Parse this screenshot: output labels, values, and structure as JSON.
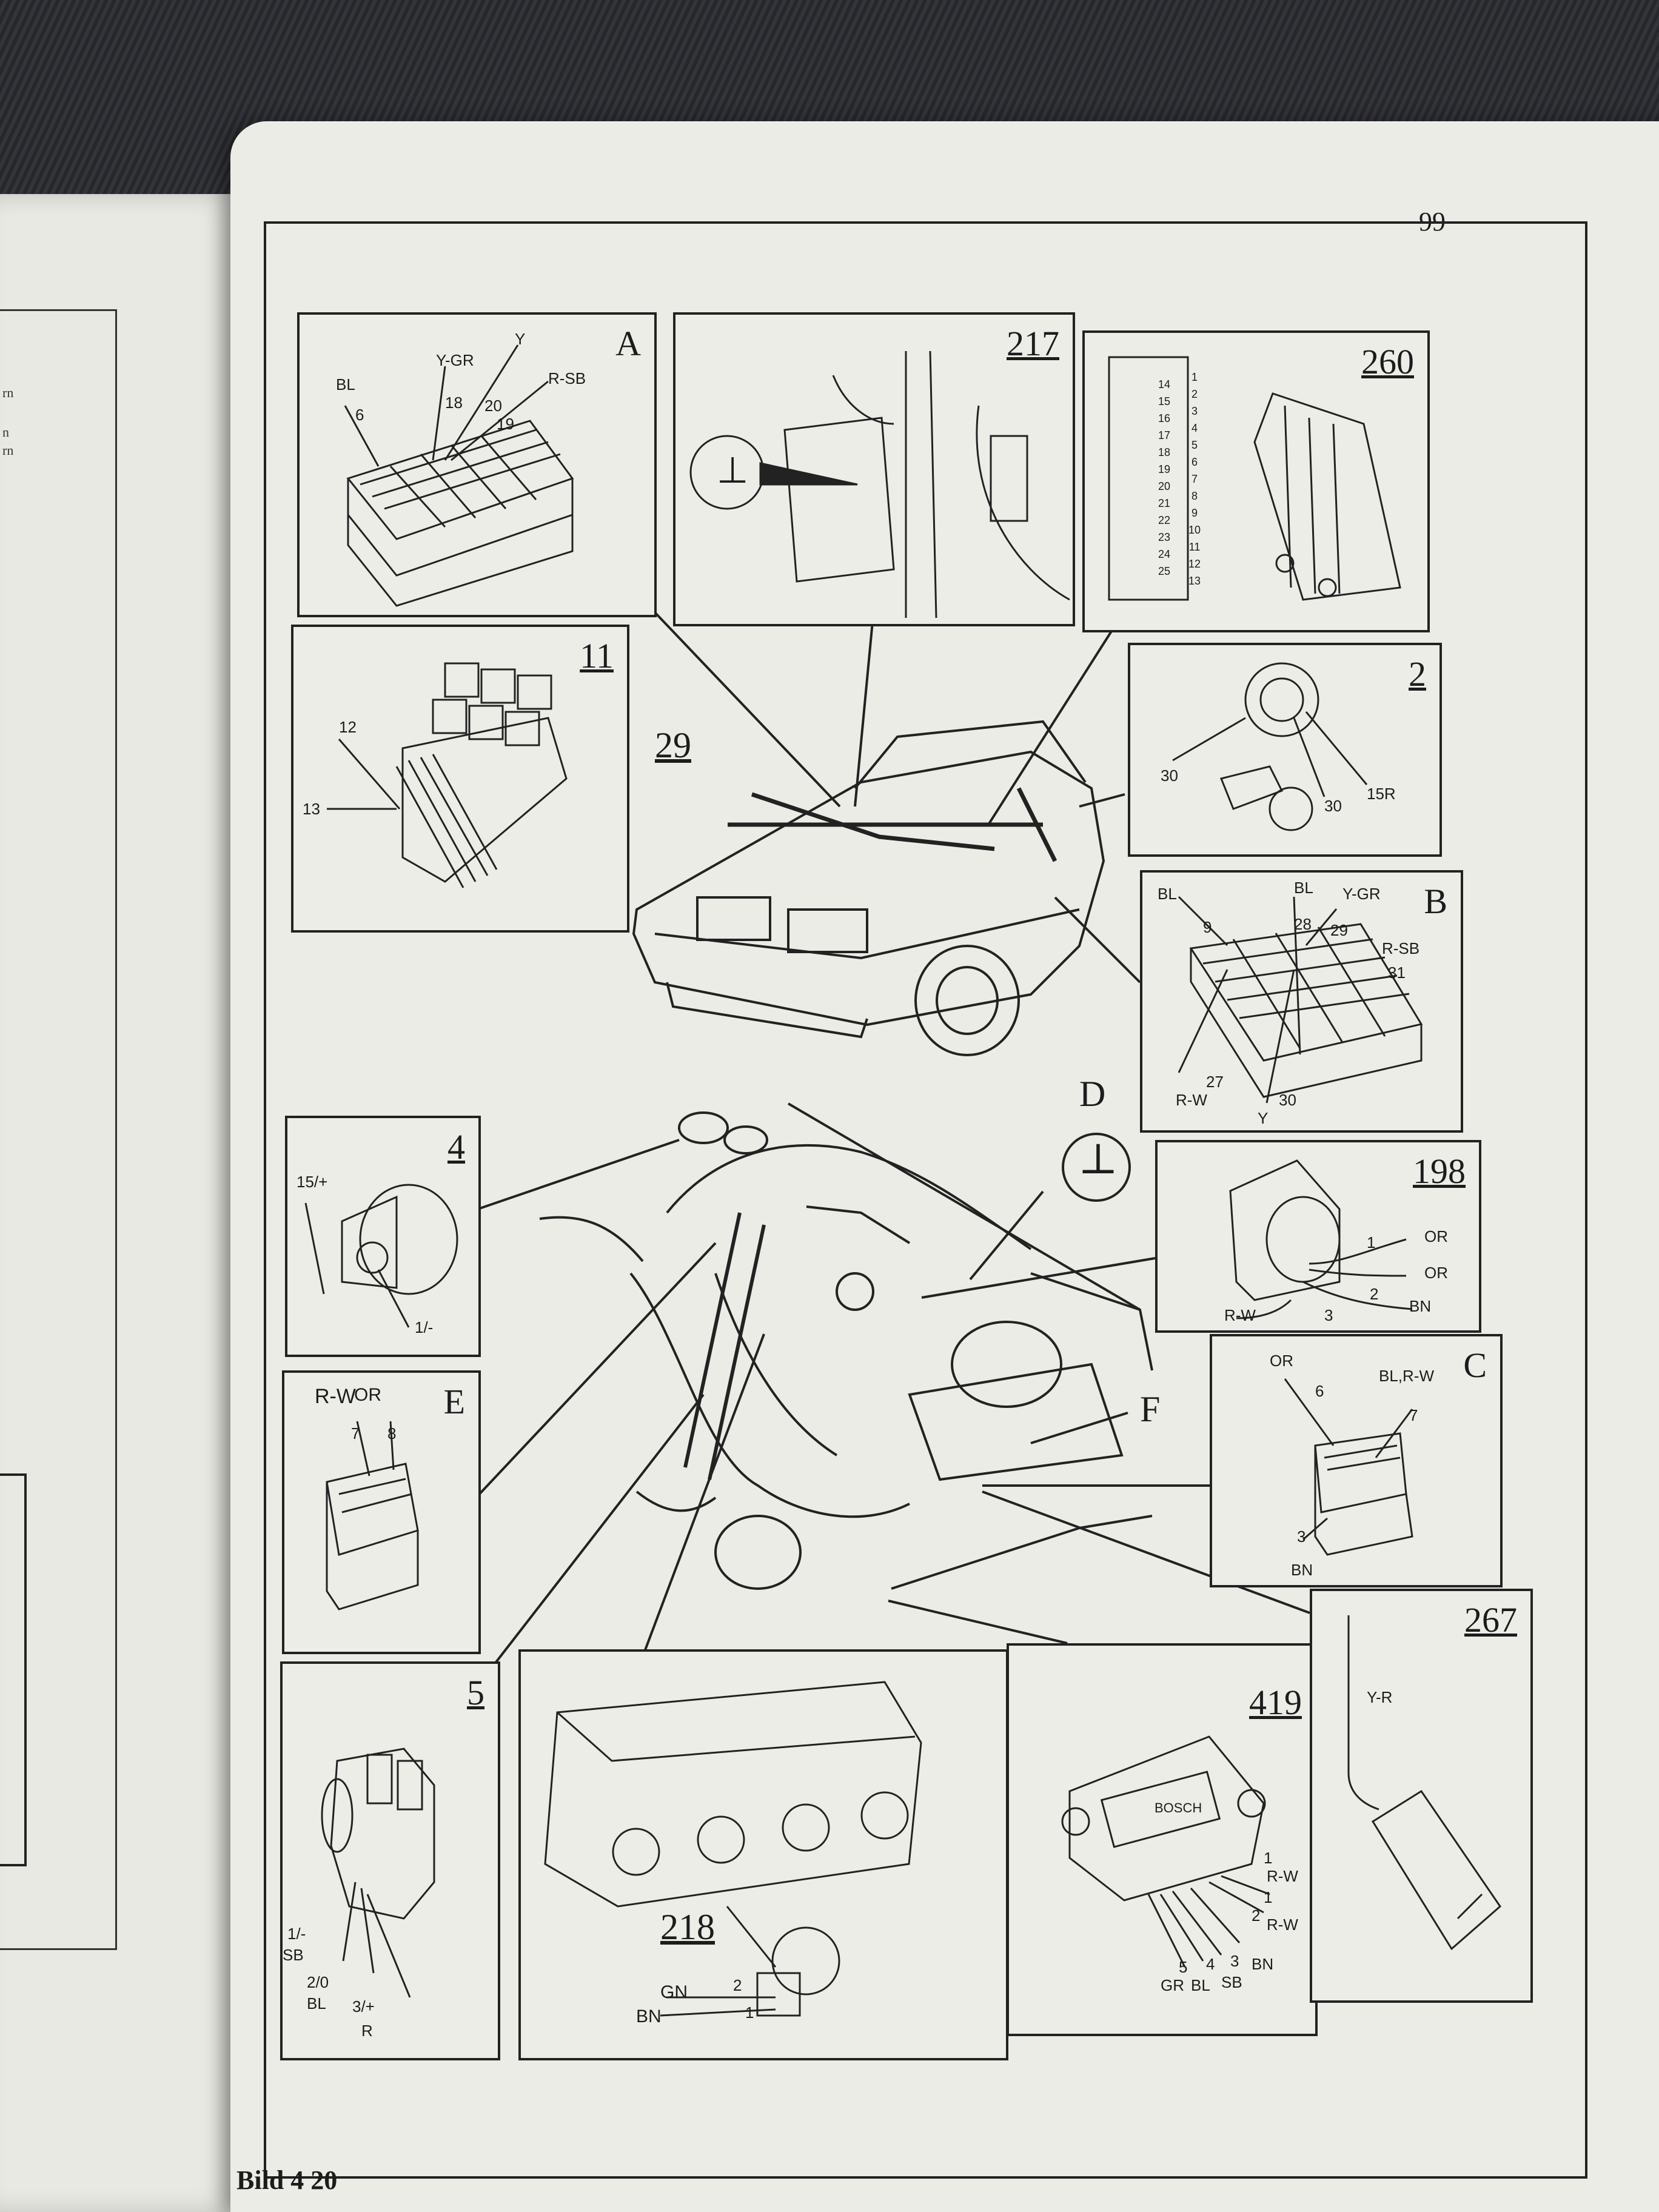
{
  "page_number": "99",
  "footer_text": "Bild 4 20",
  "left_page_fragments": [
    "rn",
    "n",
    "rn"
  ],
  "callouts": {
    "car": "29",
    "ground_symbol": "⊥",
    "D": "D",
    "F": "F"
  },
  "panels": {
    "A": {
      "label": "A",
      "wires": [
        "BL",
        "Y-GR",
        "Y",
        "R-SB"
      ],
      "pins": [
        "6",
        "18",
        "20",
        "19"
      ]
    },
    "p217": {
      "label": "217",
      "symbol": "⊥"
    },
    "p260": {
      "label": "260",
      "pins_left": [
        "14",
        "15",
        "16",
        "17",
        "18",
        "19",
        "20",
        "21",
        "22",
        "23",
        "24",
        "25"
      ],
      "pins_right": [
        "1",
        "2",
        "3",
        "4",
        "5",
        "6",
        "7",
        "8",
        "9",
        "10",
        "11",
        "12",
        "13"
      ]
    },
    "p11": {
      "label": "11",
      "pins": [
        "12",
        "13"
      ]
    },
    "p2": {
      "label": "2",
      "pins": [
        "30",
        "30",
        "15R"
      ]
    },
    "B": {
      "label": "B",
      "wires": [
        "BL",
        "BL",
        "Y-GR",
        "R-SB",
        "R-W",
        "Y"
      ],
      "pins": [
        "9",
        "28",
        "29",
        "31",
        "27",
        "30"
      ]
    },
    "p4": {
      "label": "4",
      "pins": [
        "15/+",
        "1/-"
      ]
    },
    "p198": {
      "label": "198",
      "pins": [
        "1",
        "2",
        "3"
      ],
      "wires": [
        "OR",
        "OR",
        "BN",
        "R-W"
      ]
    },
    "E": {
      "label": "E",
      "wires": [
        "R-W",
        "OR"
      ],
      "pins": [
        "7",
        "8"
      ]
    },
    "C": {
      "label": "C",
      "wires": [
        "OR",
        "BL,R-W",
        "BN"
      ],
      "pins": [
        "6",
        "7",
        "3"
      ]
    },
    "p5": {
      "label": "5",
      "pins": [
        "1/-",
        "SB",
        "2/0",
        "BL",
        "3/+",
        "R"
      ]
    },
    "p218": {
      "label": "218",
      "wires": [
        "GN",
        "BN"
      ],
      "pins": [
        "2",
        "1"
      ]
    },
    "p419": {
      "label": "419",
      "brand": "BOSCH",
      "pins": [
        "1",
        "1",
        "2",
        "3",
        "4",
        "5"
      ],
      "wires": [
        "R-W",
        "R-W",
        "BN",
        "SB",
        "BL",
        "GR"
      ]
    },
    "p267": {
      "label": "267",
      "wires": [
        "Y-R"
      ]
    }
  }
}
